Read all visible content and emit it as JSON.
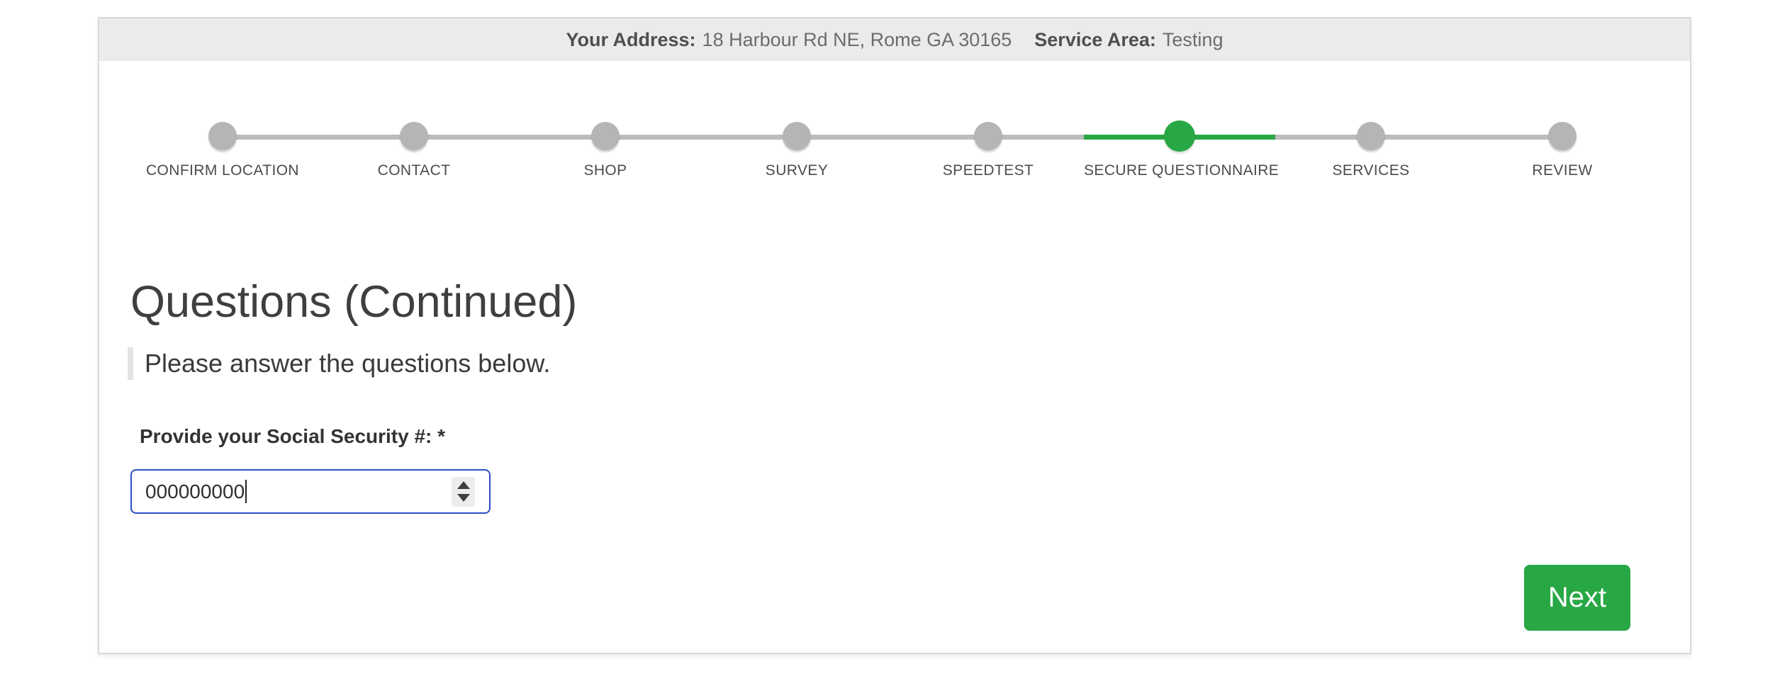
{
  "header": {
    "address_label": "Your Address:",
    "address_value": "18 Harbour Rd NE, Rome GA 30165",
    "service_area_label": "Service Area:",
    "service_area_value": "Testing"
  },
  "stepper": {
    "active_index": 5,
    "steps": [
      {
        "label": "CONFIRM LOCATION",
        "state": "inactive"
      },
      {
        "label": "CONTACT",
        "state": "inactive"
      },
      {
        "label": "SHOP",
        "state": "inactive"
      },
      {
        "label": "SURVEY",
        "state": "inactive"
      },
      {
        "label": "SPEEDTEST",
        "state": "inactive"
      },
      {
        "label": "SECURE QUESTIONNAIRE",
        "state": "active"
      },
      {
        "label": "SERVICES",
        "state": "inactive"
      },
      {
        "label": "REVIEW",
        "state": "inactive"
      }
    ]
  },
  "main": {
    "title": "Questions (Continued)",
    "subtitle": "Please answer the questions below.",
    "question": {
      "label": "Provide your Social Security #: *",
      "value": "000000000"
    },
    "next_button_label": "Next"
  },
  "colors": {
    "accent_green": "#28a745",
    "inactive_gray": "#b5b5b5",
    "track_gray": "#bcbcbc",
    "input_border_blue": "#2b50c4",
    "topbar_background": "#ebebeb"
  }
}
